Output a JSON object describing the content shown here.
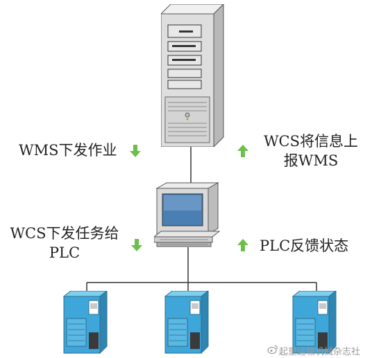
{
  "labels": {
    "wms_dispatch": "WMS下发作业",
    "wcs_report_line1": "WCS将信息上",
    "wcs_report_line2": "报WMS",
    "wcs_dispatch_line1": "WCS下发任务给",
    "wcs_dispatch_line2": "PLC",
    "plc_feedback": "PLC反馈状态"
  },
  "watermark": "起重运输机械杂志社",
  "colors": {
    "arrow_green": "#6cbf4a",
    "line": "#333333",
    "server_body": "#dcdcdc",
    "monitor_screen": "#4a7fb3",
    "plc_blue": "#3ea6d8"
  },
  "icons": {
    "server": "server-tower-icon",
    "workstation": "desktop-computer-icon",
    "plc": "plc-module-icon",
    "arrow_down": "arrow-down-icon",
    "arrow_up": "arrow-up-icon",
    "weibo": "weibo-icon"
  }
}
